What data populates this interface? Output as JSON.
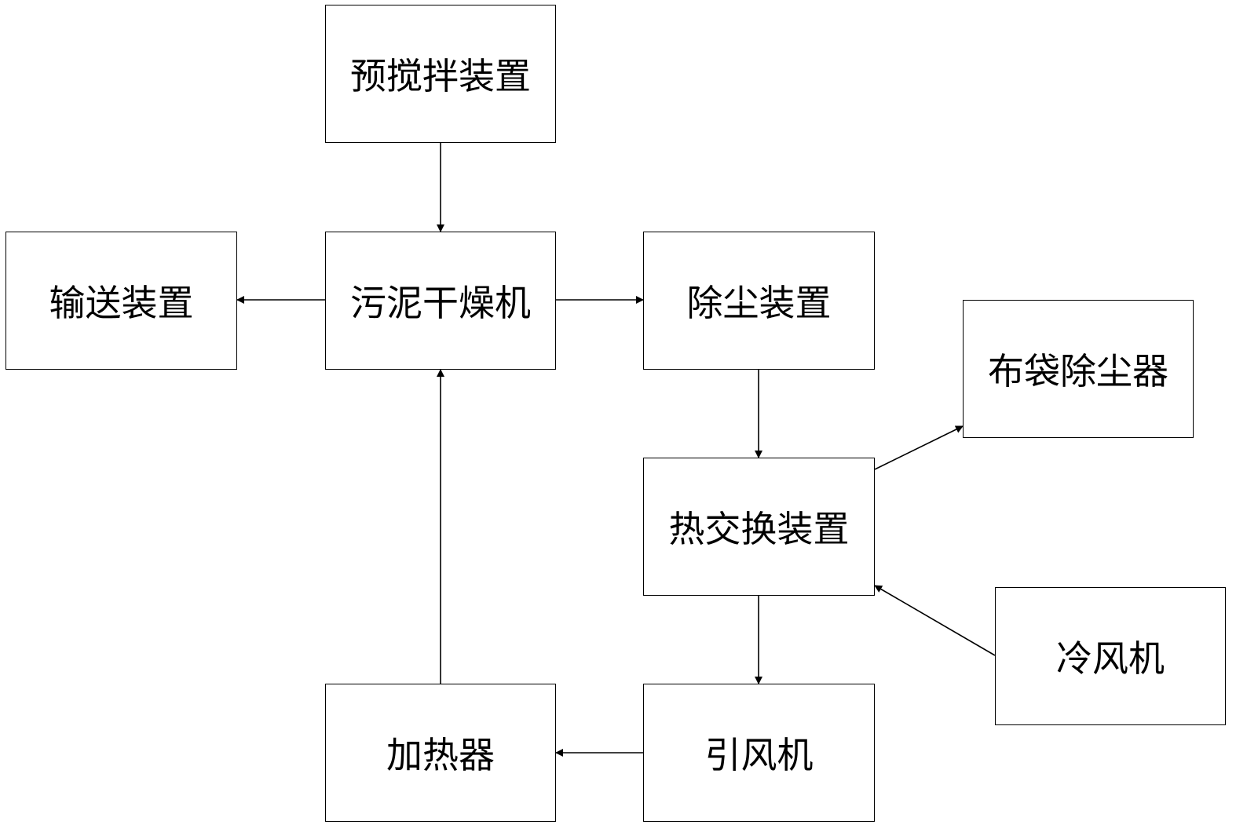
{
  "nodes": {
    "prestir": "预搅拌装置",
    "dryer": "污泥干燥机",
    "conveyor": "输送装置",
    "dedust": "除尘装置",
    "bagfilter": "布袋除尘器",
    "heatex": "热交换装置",
    "coldfan": "冷风机",
    "heater": "加热器",
    "inducer": "引风机"
  },
  "edges": [
    {
      "from": "prestir",
      "to": "dryer"
    },
    {
      "from": "dryer",
      "to": "conveyor"
    },
    {
      "from": "dryer",
      "to": "dedust"
    },
    {
      "from": "dedust",
      "to": "heatex"
    },
    {
      "from": "heatex",
      "to": "bagfilter"
    },
    {
      "from": "coldfan",
      "to": "heatex"
    },
    {
      "from": "heatex",
      "to": "inducer"
    },
    {
      "from": "inducer",
      "to": "heater"
    },
    {
      "from": "heater",
      "to": "dryer"
    }
  ],
  "style": {
    "line_color": "#000000",
    "box_border_color": "#000000",
    "background": "#ffffff"
  }
}
